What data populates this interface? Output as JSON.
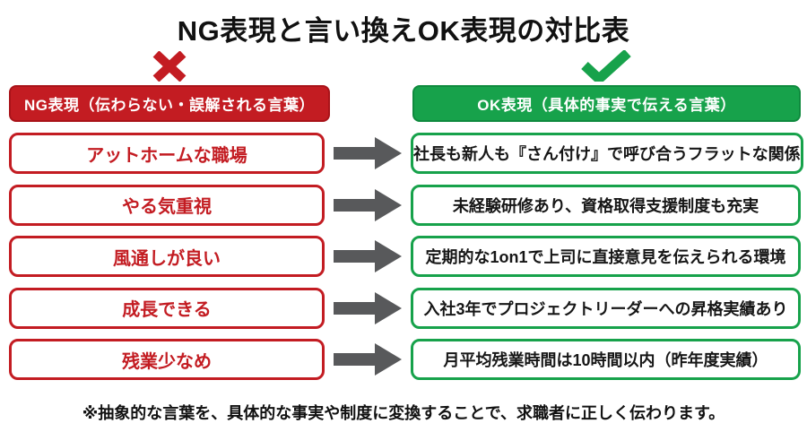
{
  "title": "NG表現と言い換えOK表現の対比表",
  "columns": {
    "ng": {
      "icon": "cross-mark",
      "header": "NG表現（伝わらない・誤解される言葉）"
    },
    "ok": {
      "icon": "check-mark",
      "header": "OK表現（具体的事実で伝える言葉）"
    }
  },
  "rows": [
    {
      "ng": "アットホームな職場",
      "ok": "社長も新人も『さん付け』で呼び合うフラットな関係"
    },
    {
      "ng": "やる気重視",
      "ok": "未経験研修あり、資格取得支援制度も充実"
    },
    {
      "ng": "風通しが良い",
      "ok": "定期的な1on1で上司に直接意見を伝えられる環境"
    },
    {
      "ng": "成長できる",
      "ok": "入社3年でプロジェクトリーダーへの昇格実績あり"
    },
    {
      "ng": "残業少なめ",
      "ok": "月平均残業時間は10時間以内（昨年度実績）"
    }
  ],
  "footnote": "※抽象的な言葉を、具体的な事実や制度に変換することで、求職者に正しく伝わります。",
  "colors": {
    "ng_red": "#c31c22",
    "ng_red_dark": "#a91319",
    "ok_green": "#17a24b",
    "ok_green_dark": "#0f8a3e",
    "arrow_gray": "#58595b"
  }
}
